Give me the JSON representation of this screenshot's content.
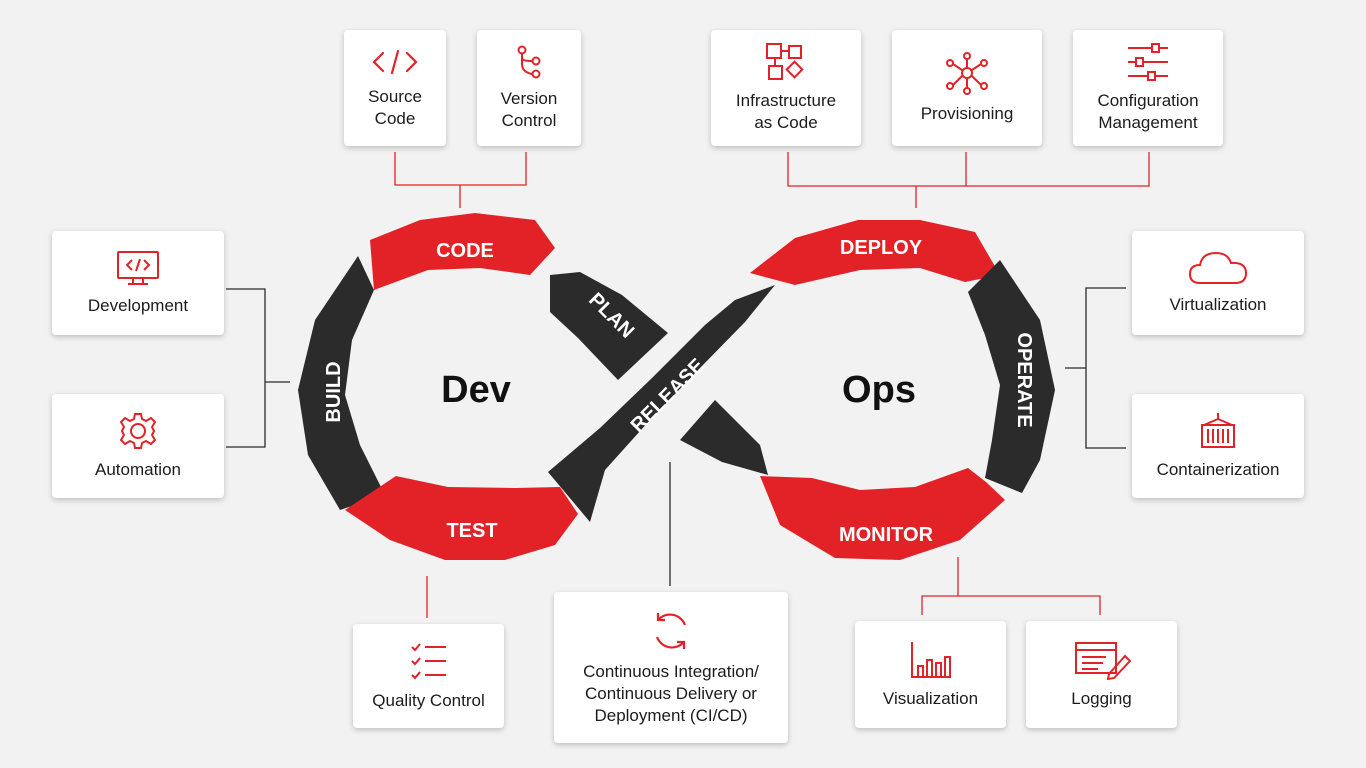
{
  "center": {
    "dev": "Dev",
    "ops": "Ops"
  },
  "segments": {
    "code": "CODE",
    "plan": "PLAN",
    "build": "BUILD",
    "test": "TEST",
    "release": "RELEASE",
    "deploy": "DEPLOY",
    "operate": "OPERATE",
    "monitor": "MONITOR"
  },
  "tools": {
    "source_code": {
      "label": "Source\nCode",
      "icon": "code-brackets-icon"
    },
    "version_control": {
      "label": "Version\nControl",
      "icon": "git-branch-icon"
    },
    "infrastructure_as_code": {
      "label": "Infrastructure\nas Code",
      "icon": "blocks-icon"
    },
    "provisioning": {
      "label": "Provisioning",
      "icon": "network-hub-icon"
    },
    "configuration_management": {
      "label": "Configuration\nManagement",
      "icon": "sliders-icon"
    },
    "development": {
      "label": "Development",
      "icon": "monitor-code-icon"
    },
    "automation": {
      "label": "Automation",
      "icon": "gear-icon"
    },
    "virtualization": {
      "label": "Virtualization",
      "icon": "cloud-icon"
    },
    "containerization": {
      "label": "Containerization",
      "icon": "container-icon"
    },
    "quality_control": {
      "label": "Quality Control",
      "icon": "checklist-icon"
    },
    "cicd": {
      "label": "Continuous Integration/\nContinuous Delivery or\nDeployment (CI/CD)",
      "icon": "sync-arrows-icon"
    },
    "visualization": {
      "label": "Visualization",
      "icon": "bar-chart-icon"
    },
    "logging": {
      "label": "Logging",
      "icon": "log-edit-icon"
    }
  },
  "colors": {
    "accent": "#e32227",
    "dark": "#2b2b2b",
    "background": "#f2f2f2",
    "card": "#ffffff"
  }
}
